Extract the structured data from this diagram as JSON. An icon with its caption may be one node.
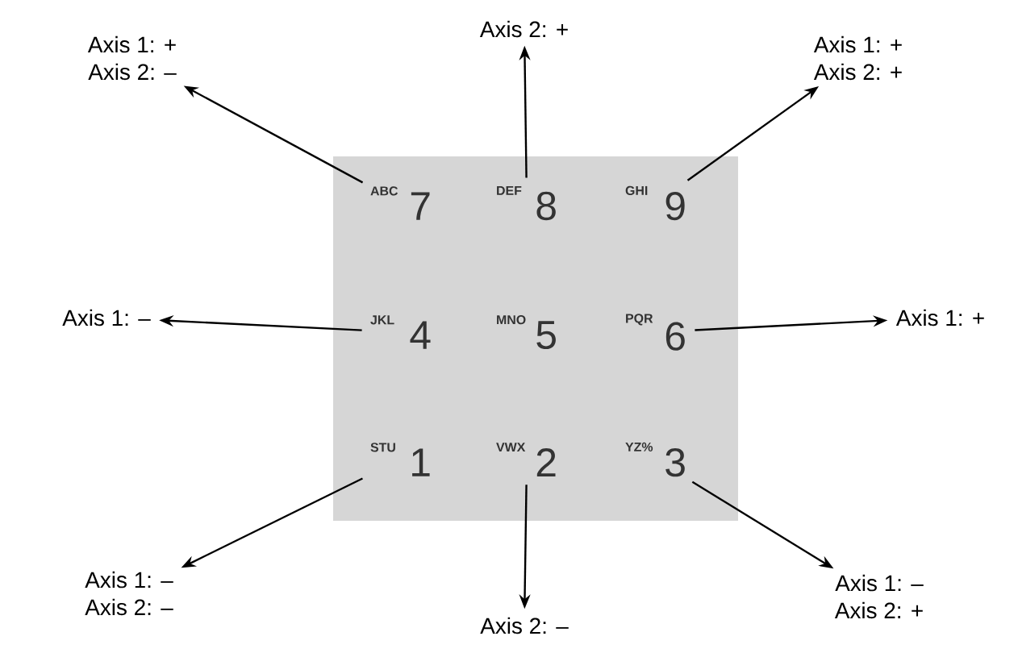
{
  "diagram": {
    "nodes": [
      {
        "text": [],
        "shape": "box"
      },
      {
        "text": [
          "ABC",
          "7"
        ],
        "in": 0
      },
      {
        "text": [
          "DEF",
          "8"
        ],
        "in": 0
      },
      {
        "text": [
          "GHI",
          "9"
        ],
        "in": 0
      },
      {
        "text": [
          "JKL",
          "4"
        ],
        "in": 0
      },
      {
        "text": [
          "MNO",
          "5"
        ],
        "in": 0
      },
      {
        "text": [
          "PQR",
          "6"
        ],
        "in": 0
      },
      {
        "text": [
          "STU",
          "1"
        ],
        "in": 0
      },
      {
        "text": [
          "VWX",
          "2"
        ],
        "in": 0
      },
      {
        "text": [
          "YZ%",
          "3"
        ],
        "in": 0
      },
      {
        "text": [
          "Axis 1: +",
          "Axis 2: –"
        ]
      },
      {
        "text": [
          "Axis 2: +"
        ]
      },
      {
        "text": [
          "Axis 1: +",
          "Axis 2: +"
        ]
      },
      {
        "text": [
          "Axis 1: –"
        ]
      },
      {
        "text": [
          "Axis 1: +"
        ]
      },
      {
        "text": [
          "Axis 1: –",
          "Axis 2: –"
        ]
      },
      {
        "text": [
          "Axis 2: –"
        ]
      },
      {
        "text": [
          "Axis 1: –",
          "Axis 2: +"
        ]
      }
    ],
    "edges": [
      {
        "from": 1,
        "to": 10,
        "arrow": "to"
      },
      {
        "from": 2,
        "to": 11,
        "arrow": "to"
      },
      {
        "from": 3,
        "to": 12,
        "arrow": "to"
      },
      {
        "from": 4,
        "to": 13,
        "arrow": "to"
      },
      {
        "from": 6,
        "to": 14,
        "arrow": "to"
      },
      {
        "from": 7,
        "to": 15,
        "arrow": "to"
      },
      {
        "from": 8,
        "to": 16,
        "arrow": "to"
      },
      {
        "from": 9,
        "to": 17,
        "arrow": "to"
      }
    ]
  }
}
